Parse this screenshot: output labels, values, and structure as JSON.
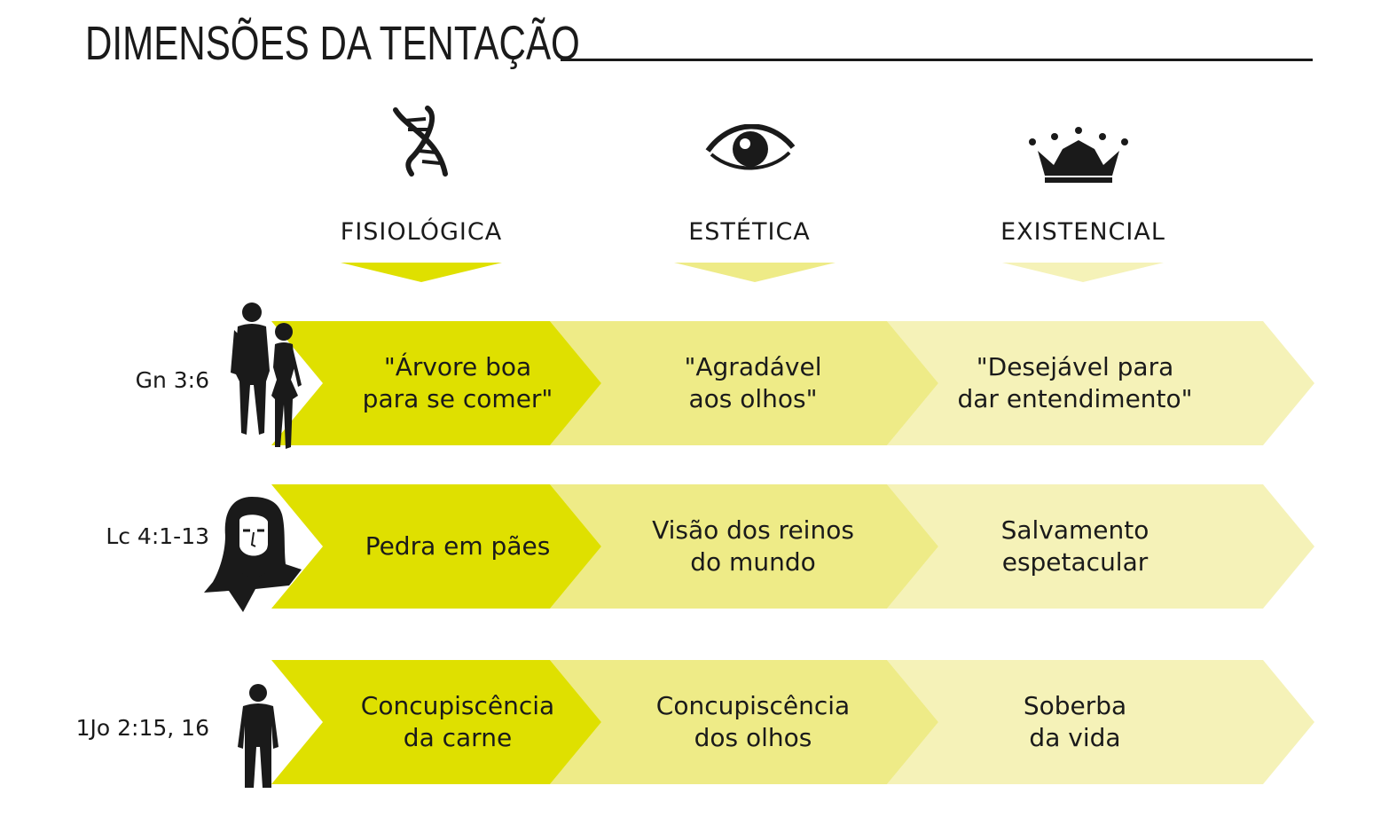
{
  "title": "DIMENSÕES DA TENTAÇÃO",
  "colors": {
    "c1": "#dfe000",
    "c2": "#eeeb87",
    "c3": "#f5f2b8",
    "text": "#1a1a1a"
  },
  "columns": [
    {
      "label": "FISIOLÓGICA",
      "icon": "dna-icon"
    },
    {
      "label": "ESTÉTICA",
      "icon": "eye-icon"
    },
    {
      "label": "EXISTENCIAL",
      "icon": "crown-icon"
    }
  ],
  "rows": [
    {
      "reference": "Gn 3:6",
      "figure": "adam-and-eve-silhouette-icon",
      "cells": [
        "\"Árvore boa\npara se comer\"",
        "\"Agradável\naos olhos\"",
        "\"Desejável para\ndar entendimento\""
      ]
    },
    {
      "reference": "Lc 4:1-13",
      "figure": "jesus-portrait-icon",
      "cells": [
        "Pedra em pães",
        "Visão dos reinos\ndo mundo",
        "Salvamento\nespetacular"
      ]
    },
    {
      "reference": "1Jo 2:15, 16",
      "figure": "man-silhouette-icon",
      "cells": [
        "Concupiscência\nda carne",
        "Concupiscência\ndos olhos",
        "Soberba\nda vida"
      ]
    }
  ]
}
